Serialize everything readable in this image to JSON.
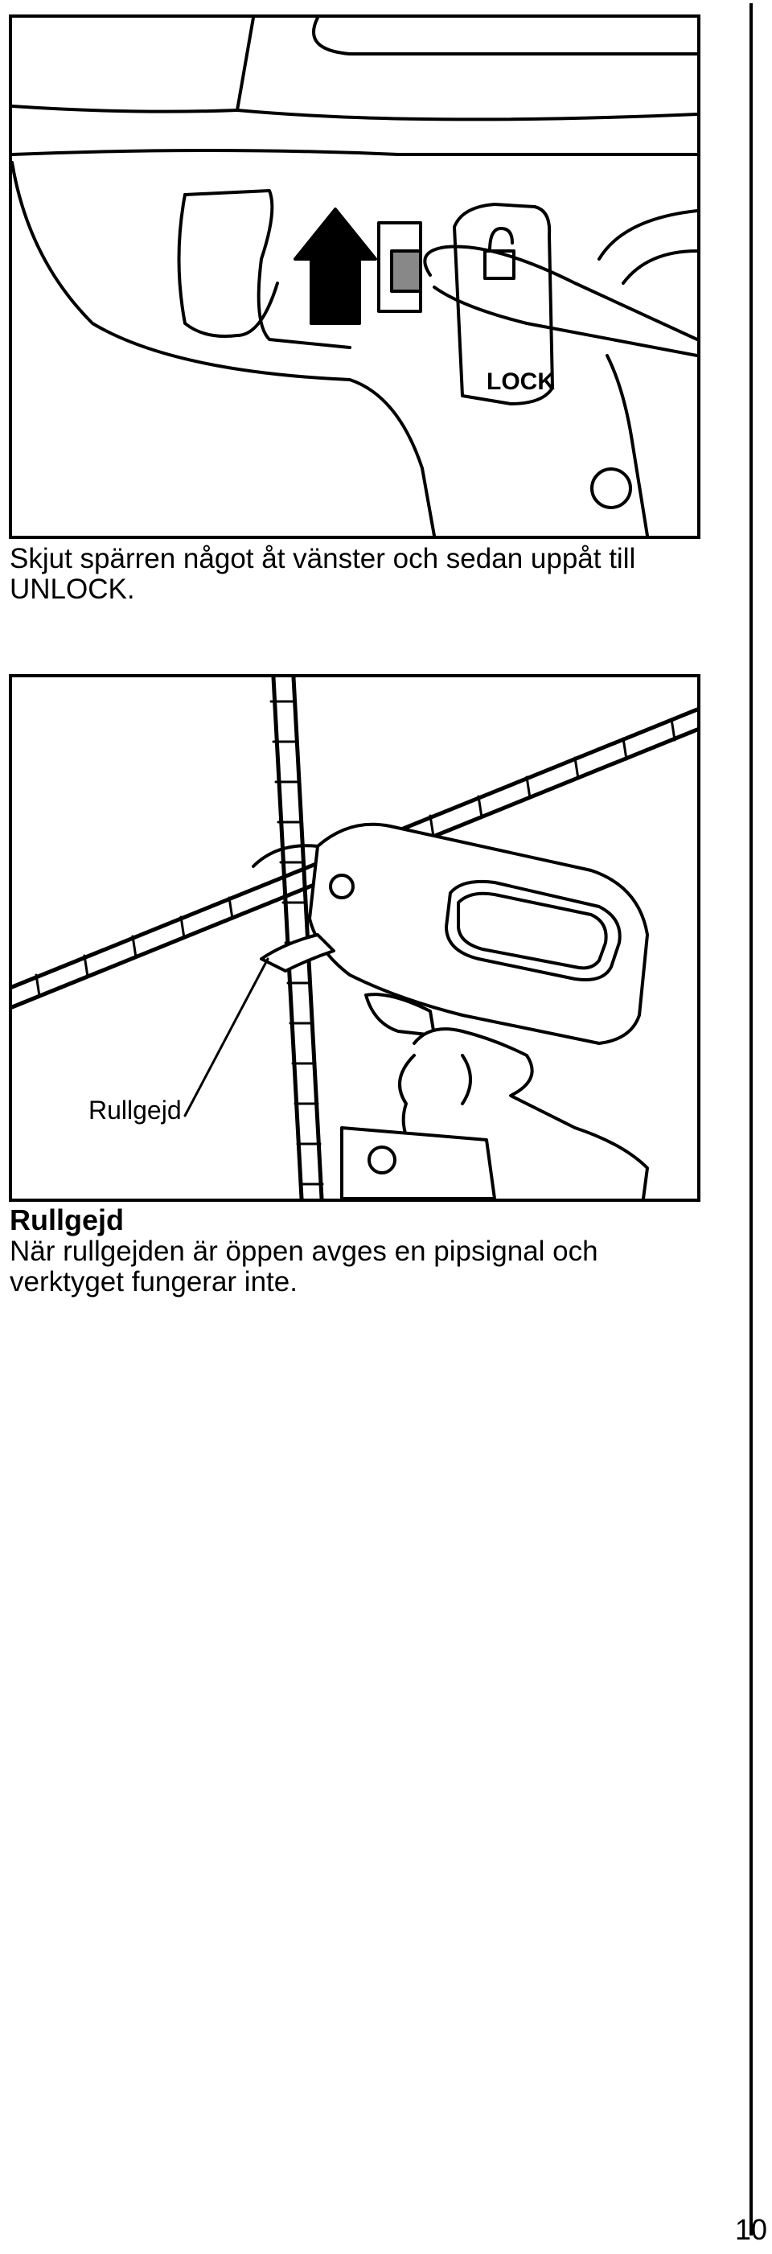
{
  "figures": [
    {
      "label": "",
      "caption": "Skjut spärren något åt vänster och sedan uppåt till UNLOCK.",
      "illustration_text": "LOCK"
    },
    {
      "label": "Rullgejd",
      "caption_title": "Rullgejd",
      "caption": "När rullgejden är öppen avges en pipsignal och verktyget fungerar inte."
    }
  ],
  "page_number": "10"
}
